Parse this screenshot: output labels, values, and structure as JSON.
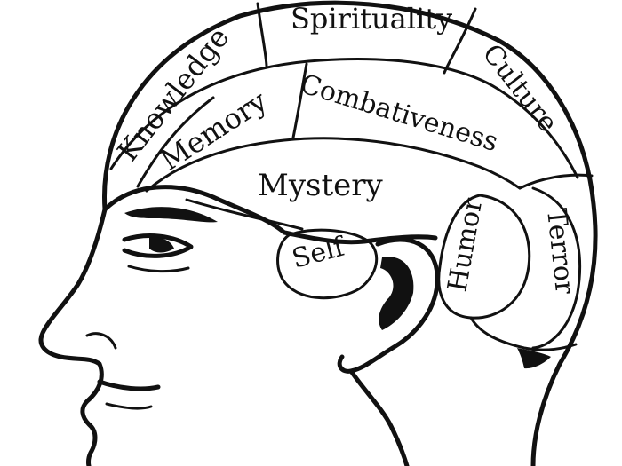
{
  "diagram": {
    "regions": [
      {
        "id": "spirituality",
        "label": "Spirituality"
      },
      {
        "id": "knowledge",
        "label": "Knowledge"
      },
      {
        "id": "culture",
        "label": "Culture"
      },
      {
        "id": "memory",
        "label": "Memory"
      },
      {
        "id": "combativeness",
        "label": "Combativeness"
      },
      {
        "id": "mystery",
        "label": "Mystery"
      },
      {
        "id": "self",
        "label": "Self"
      },
      {
        "id": "humor",
        "label": "Humor"
      },
      {
        "id": "terror",
        "label": "Terror"
      }
    ]
  }
}
